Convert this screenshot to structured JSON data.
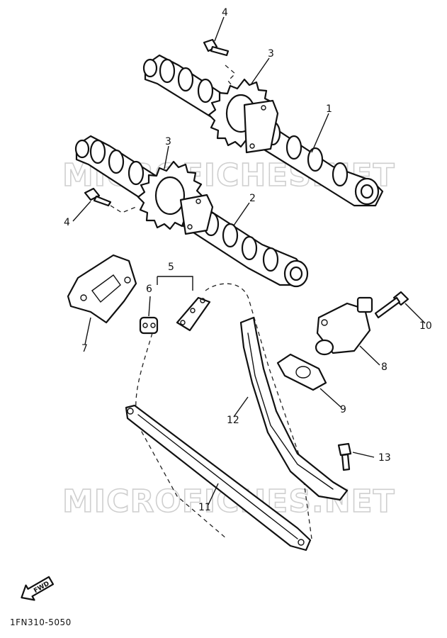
{
  "diagram": {
    "callouts": {
      "c1": "1",
      "c2": "2",
      "c3a": "3",
      "c3b": "3",
      "c4a": "4",
      "c4b": "4",
      "c5": "5",
      "c6": "6",
      "c7": "7",
      "c8": "8",
      "c9": "9",
      "c10": "10",
      "c11": "11",
      "c12": "12",
      "c13": "13"
    },
    "watermark": "MICROFICHES.NET",
    "fwd_label": "FWD",
    "drawing_code": "1FN310-5050"
  }
}
